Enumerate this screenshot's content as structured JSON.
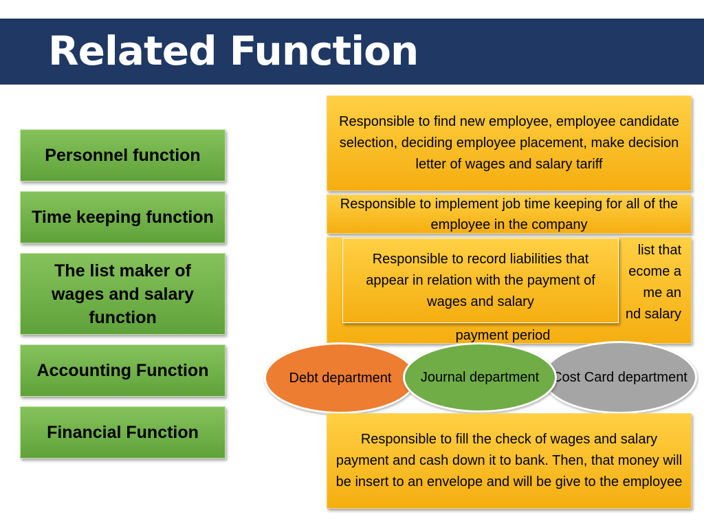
{
  "title": "Related Function",
  "functions": [
    "Personnel function",
    "Time keeping function",
    "The list maker of wages and salary function",
    "Accounting Function",
    "Financial Function"
  ],
  "descriptions": {
    "personnel": "Responsible to find new employee, employee candidate selection,  deciding employee placement, make decision letter of wages and salary tariff",
    "time_keeping": "Responsible to implement job time keeping for all of the employee in the company",
    "list_maker_back_lines": [
      "list that",
      "ecome a",
      "me an",
      "nd salary",
      "payment period"
    ],
    "accounting": "Responsible to record liabilities that appear in relation with the payment of wages and salary",
    "financial": "Responsible to fill the check of wages and salary payment and cash down it to bank. Then, that money will be insert to an envelope and will be give to the employee"
  },
  "departments": [
    {
      "label": "Debt department",
      "color": "#ed7d31"
    },
    {
      "label": "Journal department",
      "color": "#70ad47"
    },
    {
      "label": "Cost Card department",
      "color": "#a5a5a5"
    }
  ],
  "colors": {
    "title_bar": "#1f3864",
    "green_box": "#70ad47",
    "yellow_box": "#ffc000"
  }
}
